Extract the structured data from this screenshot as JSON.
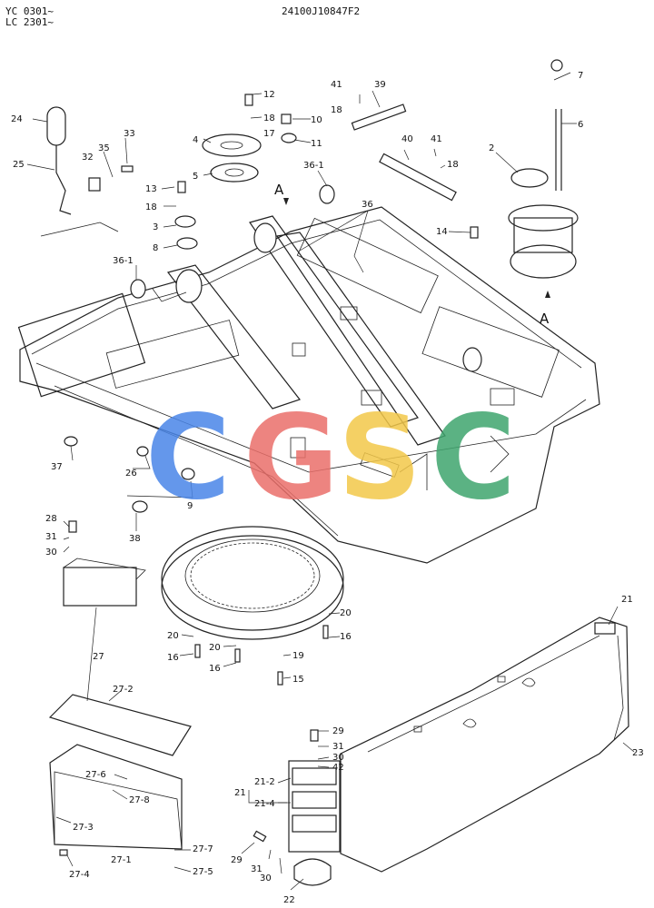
{
  "header": {
    "model_line_1": "YC 0301~",
    "model_line_2": "LC 2301~",
    "drawing_number": "24100J10847F2"
  },
  "watermark": {
    "letters": [
      "C",
      "G",
      "S",
      "C"
    ],
    "colors": [
      "#4a86e8",
      "#ea6f6a",
      "#f3c84a",
      "#3fa56e"
    ]
  },
  "section_marks": [
    "A",
    "A"
  ],
  "callouts": [
    "12",
    "18",
    "17",
    "10",
    "11",
    "41",
    "39",
    "18",
    "7",
    "6",
    "24",
    "33",
    "35",
    "32",
    "25",
    "4",
    "5",
    "13",
    "18",
    "3",
    "8",
    "36-1",
    "40",
    "41",
    "18",
    "36",
    "2",
    "14",
    "36-1",
    "37",
    "26",
    "9",
    "38",
    "28",
    "31",
    "30",
    "27",
    "20",
    "16",
    "20",
    "16",
    "16",
    "20",
    "19",
    "15",
    "21",
    "23",
    "27-2",
    "29",
    "31",
    "30",
    "42",
    "27-6",
    "27-8",
    "21-2",
    "21",
    "21-4",
    "27-3",
    "27-1",
    "27-4",
    "27-7",
    "27-5",
    "29",
    "31",
    "30",
    "22"
  ]
}
